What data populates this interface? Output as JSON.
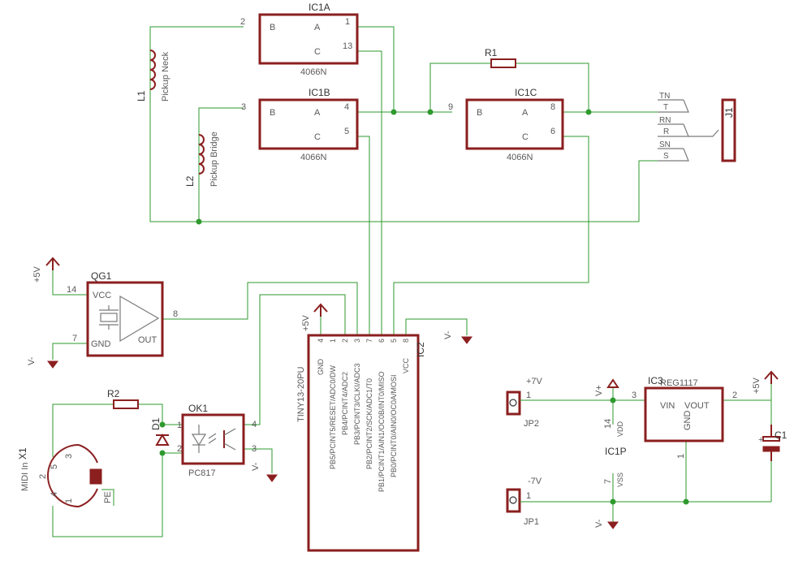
{
  "ic1a": {
    "name": "IC1A",
    "value": "4066N",
    "pin_b": "B",
    "pin_a": "A",
    "pin_c": "C",
    "n_b": "2",
    "n_a": "1",
    "n_c": "13"
  },
  "ic1b": {
    "name": "IC1B",
    "value": "4066N",
    "pin_b": "B",
    "pin_a": "A",
    "pin_c": "C",
    "n_b": "3",
    "n_a": "4",
    "n_c": "5"
  },
  "ic1c": {
    "name": "IC1C",
    "value": "4066N",
    "pin_b": "B",
    "pin_a": "A",
    "pin_c": "C",
    "n_b": "9",
    "n_a": "8",
    "n_c": "6"
  },
  "r1": {
    "name": "R1"
  },
  "r2": {
    "name": "R2"
  },
  "l1": {
    "name": "L1",
    "value": "Pickup Neck"
  },
  "l2": {
    "name": "L2",
    "value": "Pickup Bridge"
  },
  "j1": {
    "name": "J1",
    "pins": [
      "TN",
      "T",
      "RN",
      "R",
      "SN",
      "S"
    ]
  },
  "qg1": {
    "name": "QG1",
    "vcc": "VCC",
    "gnd": "GND",
    "out": "OUT",
    "n_vcc": "14",
    "n_gnd": "7",
    "n_out": "8"
  },
  "supplies": {
    "p5v": "+5V",
    "vminus": "V-",
    "vplus": "V+",
    "p7v": "+7V",
    "m7v": "-7V"
  },
  "ic2": {
    "name": "IC2",
    "value": "TINY13-20PU",
    "pins": [
      "GND",
      "PB5/PCINT5/RESET/ADC0/DW",
      "PB4/PCINT4/ADC2",
      "PB3/PCINT3/CLKI/ADC3",
      "PB2/PCINT2/SCK/ADC1/T0",
      "PB1/PCINT1/AIN1/OC0B/INT0/MISO",
      "PB0/PCINT0/AIN0/OC0A/MOSI",
      "VCC"
    ],
    "nums": [
      "4",
      "1",
      "2",
      "3",
      "7",
      "6",
      "5",
      "8"
    ]
  },
  "ok1": {
    "name": "OK1",
    "value": "PC817",
    "n1": "1",
    "n2": "2",
    "n3": "3",
    "n4": "4"
  },
  "d1": {
    "name": "D1"
  },
  "x1": {
    "name": "X1",
    "value": "MIDI In",
    "pins": [
      "2",
      "5",
      "3",
      "4",
      "1"
    ],
    "pe": "PE"
  },
  "ic3": {
    "name": "IC3",
    "value": "REG1117",
    "vin": "VIN",
    "vout": "VOUT",
    "gnd": "GND",
    "n_vin": "3",
    "n_vout": "2",
    "n_gnd": "1"
  },
  "ic1p": {
    "name": "IC1P",
    "vdd": "VDD",
    "vss": "VSS",
    "n_vdd": "14",
    "n_vss": "7"
  },
  "jp1": {
    "name": "JP1",
    "pin": "1"
  },
  "jp2": {
    "name": "JP2",
    "pin": "1"
  },
  "c1": {
    "name": "C1"
  }
}
